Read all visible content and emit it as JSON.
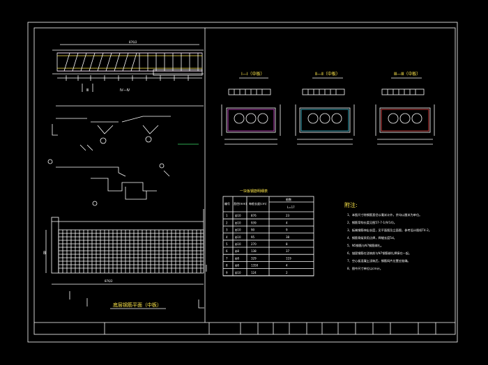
{
  "sections": {
    "s1": {
      "title": "Ⅰ—Ⅰ（中板）"
    },
    "s2": {
      "title": "Ⅱ—Ⅱ（中板）"
    },
    "s3": {
      "title": "Ⅲ—Ⅲ（中板）"
    }
  },
  "plan_title": "底层钢筋平面（中板）",
  "table": {
    "title": "一块板钢筋明细表",
    "headers": [
      "编号",
      "直径(mm)",
      "每根长度(cm)",
      "根数"
    ],
    "subheader": "L=17",
    "rows": [
      [
        "1",
        "ф10",
        "876",
        "23"
      ],
      [
        "2",
        "ф10",
        "939",
        "4"
      ],
      [
        "3",
        "ф10",
        "90",
        "9"
      ],
      [
        "4",
        "ф10",
        "95",
        "38"
      ],
      [
        "5",
        "ф10",
        "270",
        "8"
      ],
      [
        "6",
        "ф8",
        "138",
        "37"
      ],
      [
        "7",
        "ф8",
        "329",
        "119"
      ],
      [
        "8",
        "ф8",
        "1350",
        "4"
      ],
      [
        "9",
        "ф10",
        "124",
        "2"
      ]
    ]
  },
  "notes": {
    "title": "附注:",
    "items": [
      "1、本图尺寸除钢筋直径以毫米计外，余均以厘米为单位。",
      "2、钢筋弯钩长度见图57-7-1(9/14)。",
      "3、板端钢筋伸出长度，见平面图及立面图，参考设计图纸T4-2。",
      "4、钢筋骨架采用点焊，焊缝长度5d。",
      "5、N5钢筋与N7钢筋绑扎。",
      "6、锚固钢筋在浇筑前与N7钢筋绑扎焊接在一起。",
      "7、空心板混凝土浇筑后，钢筋网片位置应准确。",
      "8、图中尺寸单位以cm计。"
    ]
  },
  "dims": {
    "top_len": "876/2",
    "side": "B",
    "bottom_len": "876/2"
  }
}
